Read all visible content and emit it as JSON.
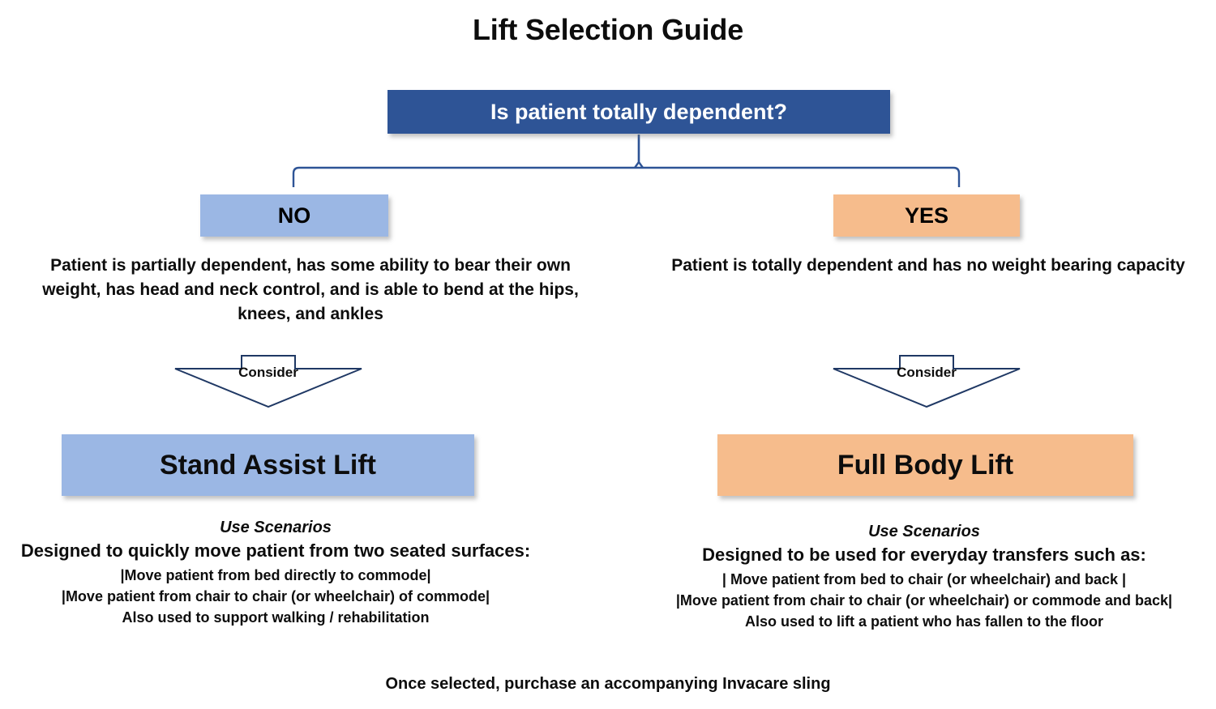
{
  "title": "Lift Selection Guide",
  "colors": {
    "decision_box": "#2E5496",
    "no_branch": "#9BB7E4",
    "yes_branch": "#F6BC8C",
    "connector_line": "#2E5496",
    "text": "#0D0D0D",
    "background": "#FFFFFF"
  },
  "decision": {
    "question": "Is patient totally dependent?"
  },
  "branches": [
    {
      "answer": "NO",
      "description": "Patient is partially dependent, has some ability to bear their own weight, has head and neck control, and is able to bend at the hips, knees, and ankles",
      "consider_label": "Consider",
      "result": "Stand Assist Lift",
      "scenarios_heading": "Use Scenarios",
      "scenarios_lead": "Designed to quickly move patient from two seated surfaces:",
      "scenarios_items": [
        "|Move patient from bed directly to commode|",
        "|Move patient from chair to chair (or wheelchair) of commode|",
        "Also used to support walking / rehabilitation"
      ]
    },
    {
      "answer": "YES",
      "description": "Patient is totally dependent and has no weight bearing capacity",
      "consider_label": "Consider",
      "result": "Full Body Lift",
      "scenarios_heading": "Use Scenarios",
      "scenarios_lead": "Designed to be used for everyday transfers such as:",
      "scenarios_items": [
        "| Move patient from bed to chair (or wheelchair) and back |",
        "|Move patient from chair to chair (or wheelchair) or commode and back|",
        "Also used to lift a patient who has fallen to the floor"
      ]
    }
  ],
  "footer": {
    "note": "Once selected, purchase an accompanying Invacare sling"
  }
}
